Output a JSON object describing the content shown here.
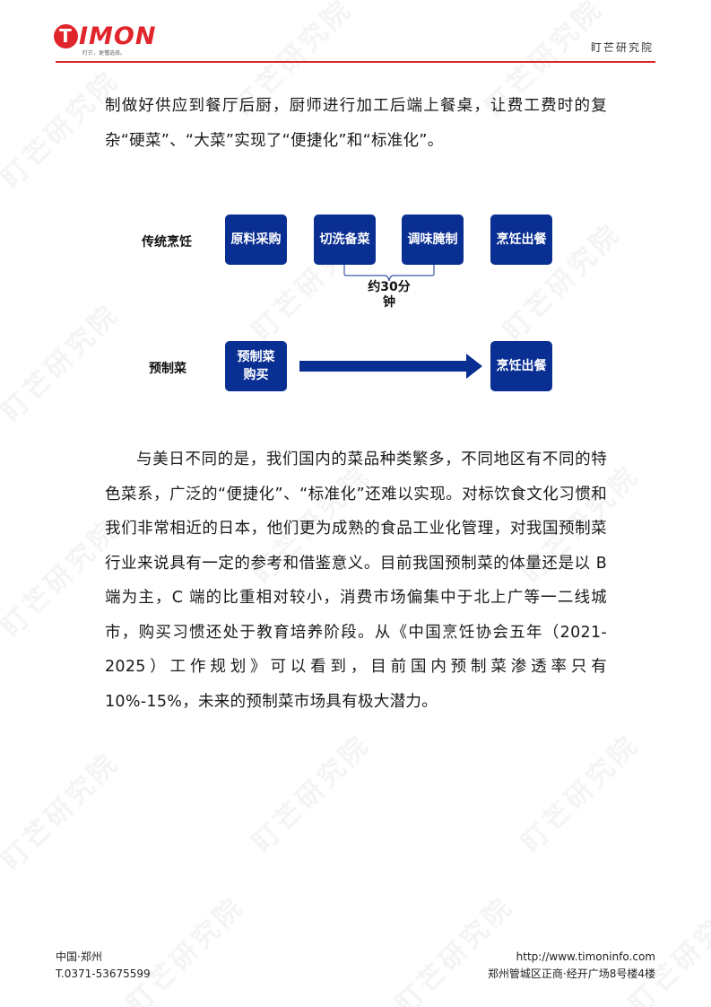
{
  "header": {
    "logo_text": "TIMON",
    "logo_slogan": "盯芒，更懂选择。",
    "org_name": "盯芒研究院",
    "brand_color": "#e1252c"
  },
  "watermark": {
    "text": "盯芒研究院"
  },
  "body": {
    "paragraph_1": "制做好供应到餐厅后厨，厨师进行加工后端上餐桌，让费工费时的复杂“硬菜”、“大菜”实现了“便捷化”和“标准化”。",
    "paragraph_2": "与美日不同的是，我们国内的菜品种类繁多，不同地区有不同的特色菜系，广泛的“便捷化”、“标准化”还难以实现。对标饮食文化习惯和我们非常相近的日本，他们更为成熟的食品工业化管理，对我国预制菜行业来说具有一定的参考和借鉴意义。目前我国预制菜的体量还是以 B 端为主，C 端的比重相对较小，消费市场偏集中于北上广等一二线城市，购买习惯还处于教育培养阶段。从《中国烹饪协会五年（2021-2025）工作规划》可以看到，目前国内预制菜渗透率只有 10%-15%，未来的预制菜市场具有极大潜力。"
  },
  "diagram": {
    "box_color": "#0a2f93",
    "traditional": {
      "label": "传统烹饪",
      "steps": [
        "原料采购",
        "切洗备菜",
        "调味腌制",
        "烹饪出餐"
      ],
      "duration_line1": "约30分",
      "duration_line2": "钟"
    },
    "prepared": {
      "label": "预制菜",
      "step_start_line1": "预制菜",
      "step_start_line2": "购买",
      "step_end": "烹饪出餐"
    }
  },
  "footer": {
    "location": "中国·郑州",
    "phone": "T.0371-53675599",
    "website": "http://www.timoninfo.com",
    "address": "郑州管城区正商·经开广场8号楼4楼"
  }
}
